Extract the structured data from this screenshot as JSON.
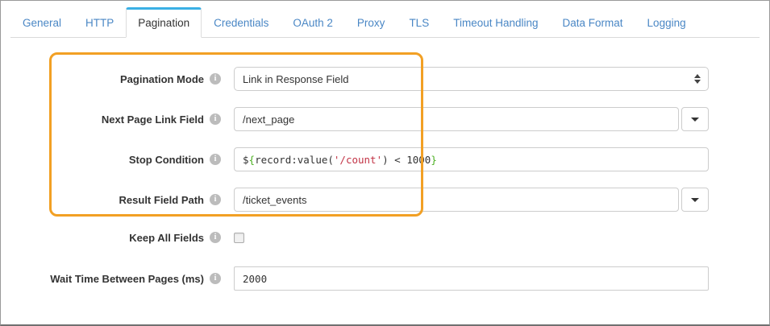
{
  "tabs": [
    {
      "label": "General",
      "active": false
    },
    {
      "label": "HTTP",
      "active": false
    },
    {
      "label": "Pagination",
      "active": true
    },
    {
      "label": "Credentials",
      "active": false
    },
    {
      "label": "OAuth 2",
      "active": false
    },
    {
      "label": "Proxy",
      "active": false
    },
    {
      "label": "TLS",
      "active": false
    },
    {
      "label": "Timeout Handling",
      "active": false
    },
    {
      "label": "Data Format",
      "active": false
    },
    {
      "label": "Logging",
      "active": false
    }
  ],
  "form": {
    "pagination_mode": {
      "label": "Pagination Mode",
      "value": "Link in Response Field"
    },
    "next_page_link_field": {
      "label": "Next Page Link Field",
      "value": "/next_page"
    },
    "stop_condition": {
      "label": "Stop Condition",
      "value": "${record:value('/count') < 1000}",
      "tokens": [
        {
          "text": "$",
          "color": "default"
        },
        {
          "text": "{",
          "color": "green"
        },
        {
          "text": "record:value(",
          "color": "default"
        },
        {
          "text": "'/count'",
          "color": "red"
        },
        {
          "text": ") < 1000",
          "color": "default"
        },
        {
          "text": "}",
          "color": "green"
        }
      ]
    },
    "result_field_path": {
      "label": "Result Field Path",
      "value": "/ticket_events"
    },
    "keep_all_fields": {
      "label": "Keep All Fields",
      "checked": false
    },
    "wait_time_between_pages": {
      "label": "Wait Time Between Pages (ms)",
      "value": "2000"
    }
  },
  "icons": {
    "info": "i"
  },
  "colors": {
    "highlight_orange": "#f2a024",
    "tab_link_blue": "#4a87c5",
    "active_tab_accent": "#3bb0e5",
    "code_green": "#4cb022",
    "code_red": "#c23345"
  }
}
